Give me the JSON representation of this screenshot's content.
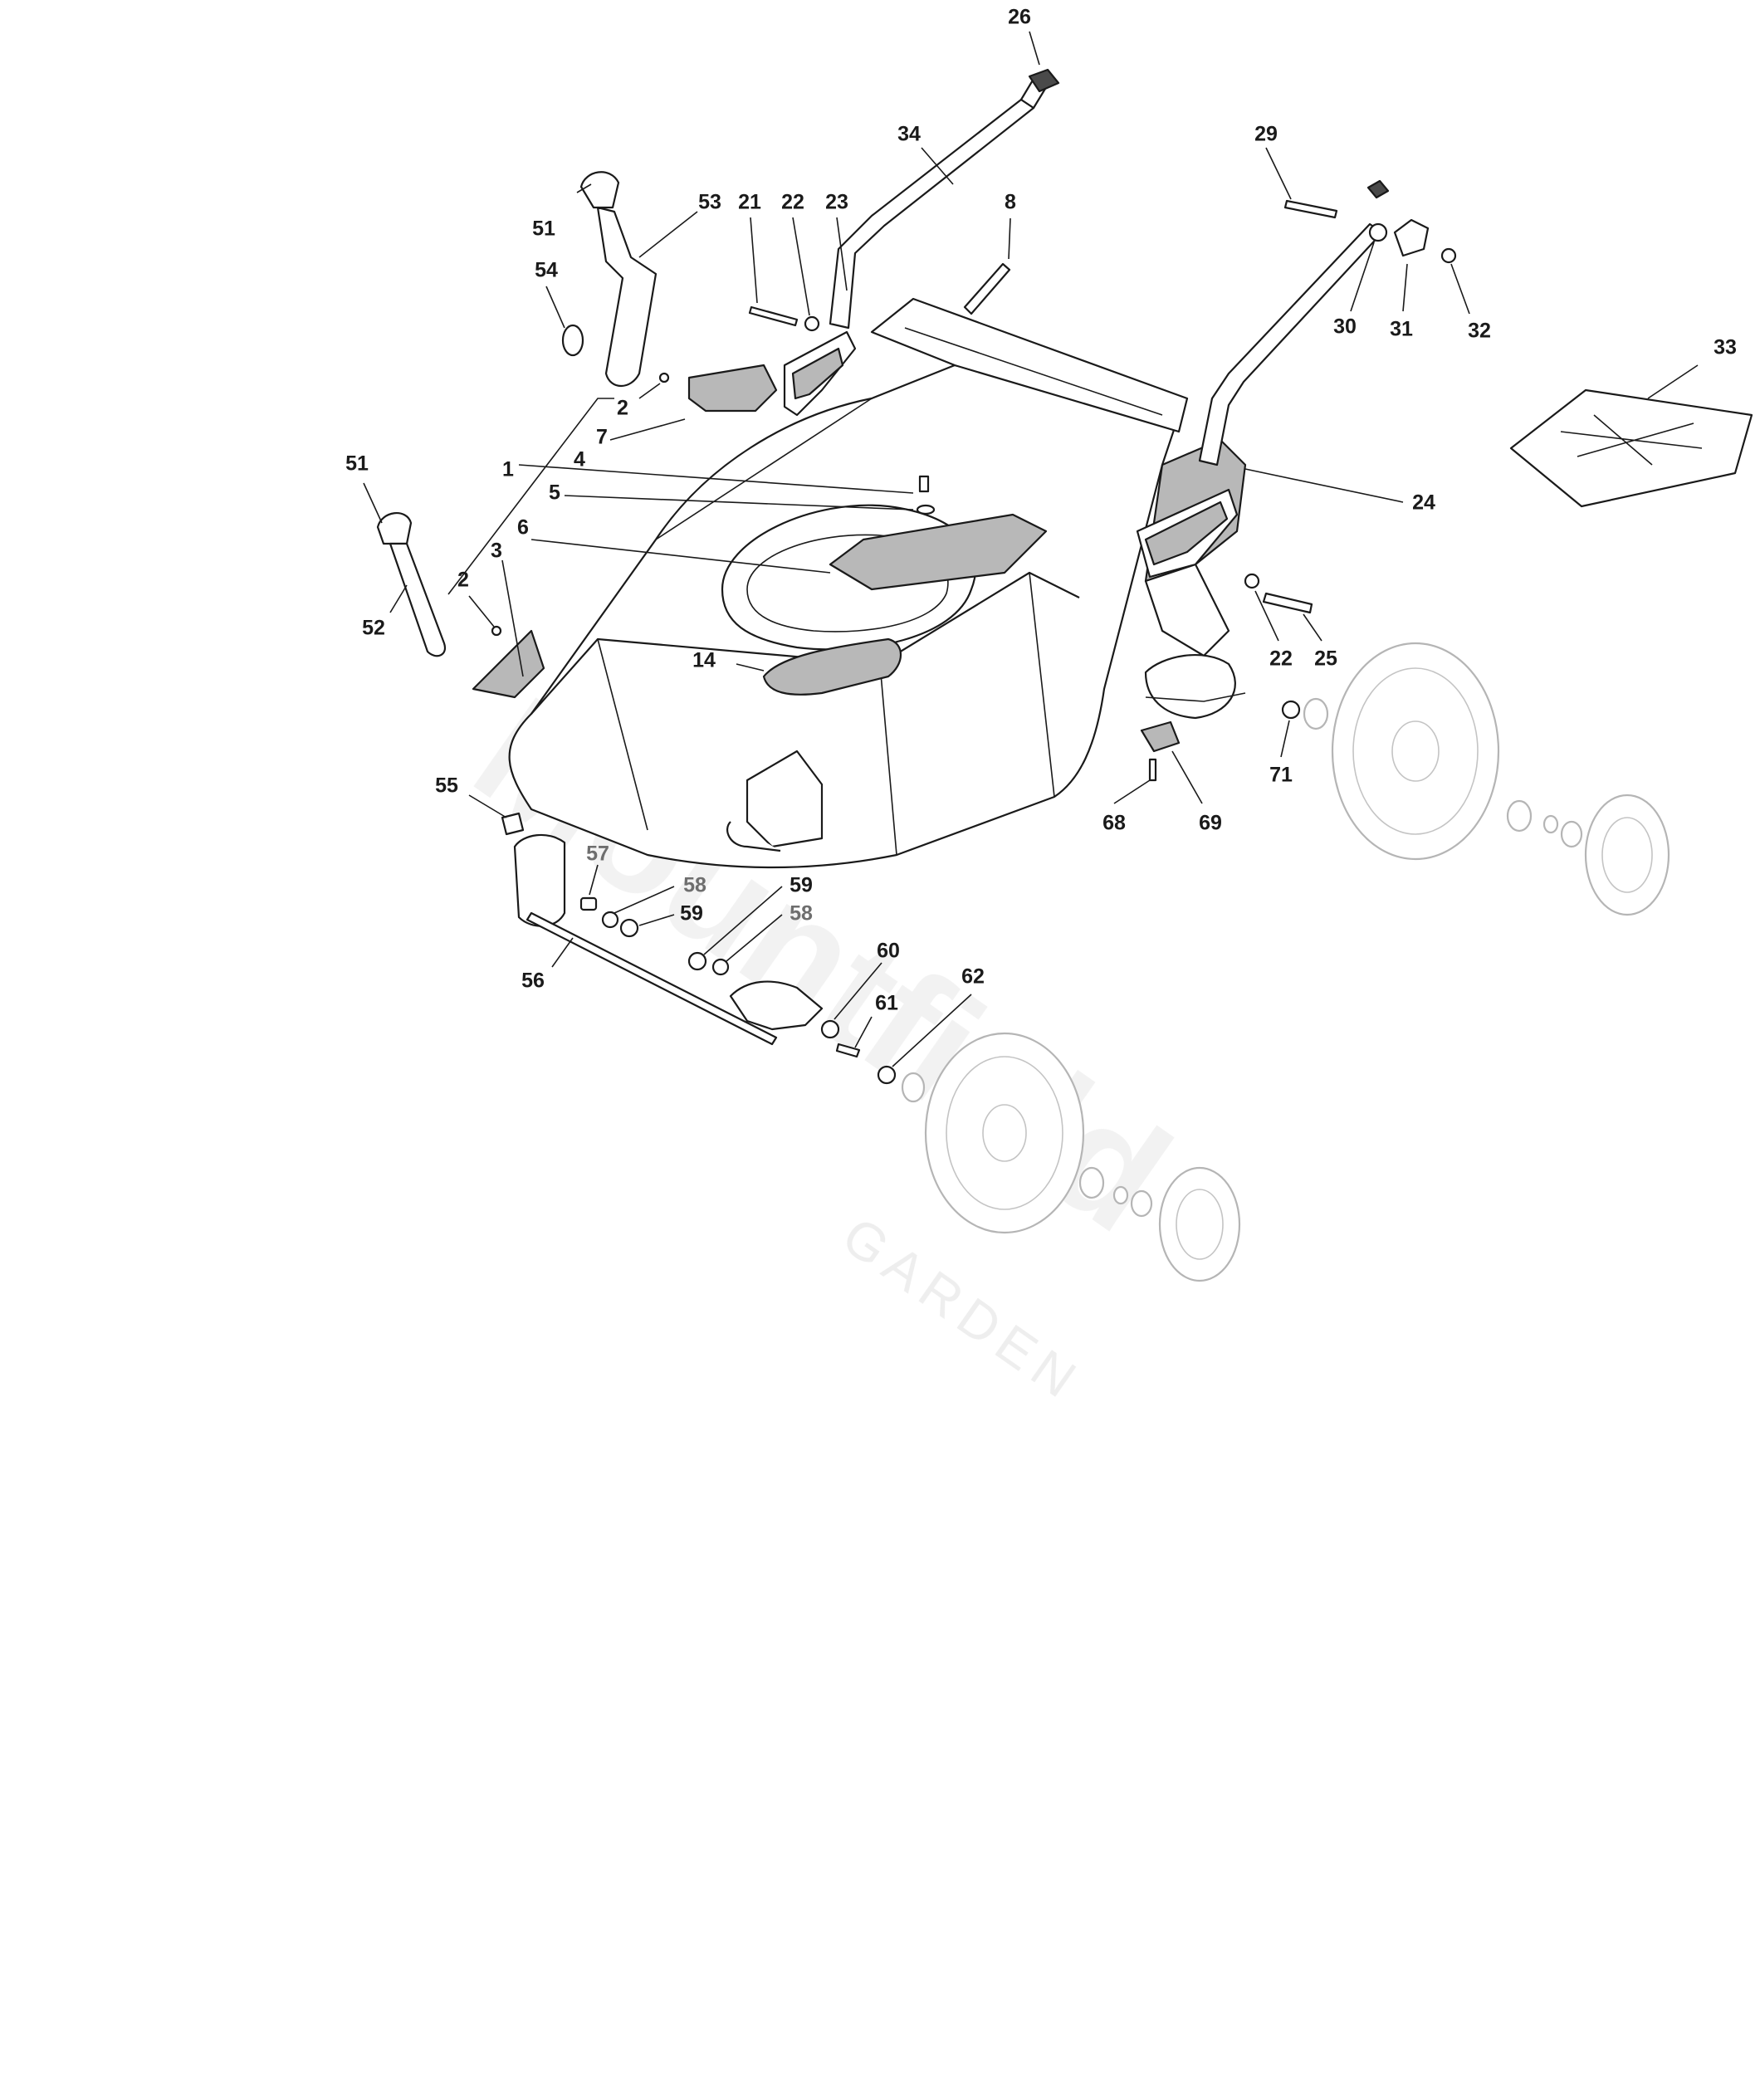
{
  "watermark": {
    "brand": "Mountfield",
    "sub": "GARDEN"
  },
  "callouts": {
    "c26": "26",
    "c34": "34",
    "c29": "29",
    "c53": "53",
    "c51a": "51",
    "c21": "21",
    "c22a": "22",
    "c23": "23",
    "c8": "8",
    "c30": "30",
    "c31": "31",
    "c32": "32",
    "c54": "54",
    "c33": "33",
    "c2a": "2",
    "c7": "7",
    "c1": "1",
    "c4": "4",
    "c5": "5",
    "c24": "24",
    "c51b": "51",
    "c6": "6",
    "c3": "3",
    "c2b": "2",
    "c52": "52",
    "c22b": "22",
    "c25": "25",
    "c14": "14",
    "c71": "71",
    "c55": "55",
    "c68": "68",
    "c69": "69",
    "c57": "57",
    "c58a": "58",
    "c59a": "59",
    "c59b": "59",
    "c58b": "58",
    "c56": "56",
    "c60": "60",
    "c62": "62",
    "c61": "61"
  },
  "colors": {
    "line": "#1a1a1a",
    "faded": "#b5b5b5",
    "grey_label": "#6e6e6e",
    "watermark": "#f1f1f1"
  }
}
